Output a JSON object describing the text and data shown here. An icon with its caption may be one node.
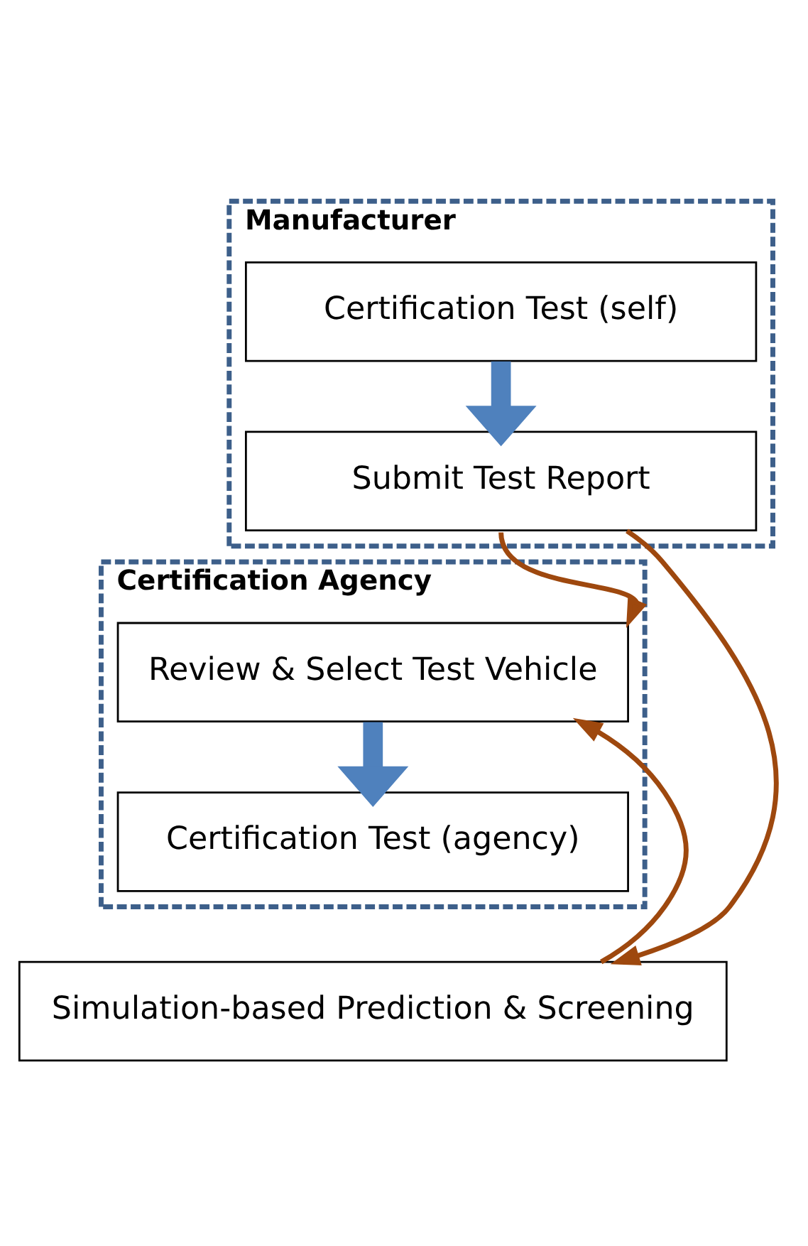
{
  "diagram": {
    "nodes": [
      {
        "text": [
          "Manufacturer"
        ]
      },
      {
        "text": [
          "Certification Test (self)"
        ],
        "in": 0
      },
      {
        "text": [
          "Submit Test Report"
        ],
        "in": 0
      },
      {
        "text": [
          "Certification Agency"
        ]
      },
      {
        "text": [
          "Review & Select Test Vehicle"
        ],
        "in": 3
      },
      {
        "text": [
          "Certification Test (agency)"
        ],
        "in": 3
      },
      {
        "text": [
          "Simulation-based Prediction & Screening"
        ]
      }
    ],
    "edges": [
      {
        "from": 1,
        "to": 2,
        "arrow": "to",
        "style": "thick",
        "color": "#4f81bd"
      },
      {
        "from": 2,
        "to": 4,
        "arrow": "to"
      },
      {
        "from": 4,
        "to": 5,
        "arrow": "to",
        "style": "thick",
        "color": "#4f81bd"
      },
      {
        "from": 6,
        "to": 4,
        "arrow": "to"
      },
      {
        "from": 2,
        "to": 6,
        "arrow": "to"
      }
    ]
  }
}
